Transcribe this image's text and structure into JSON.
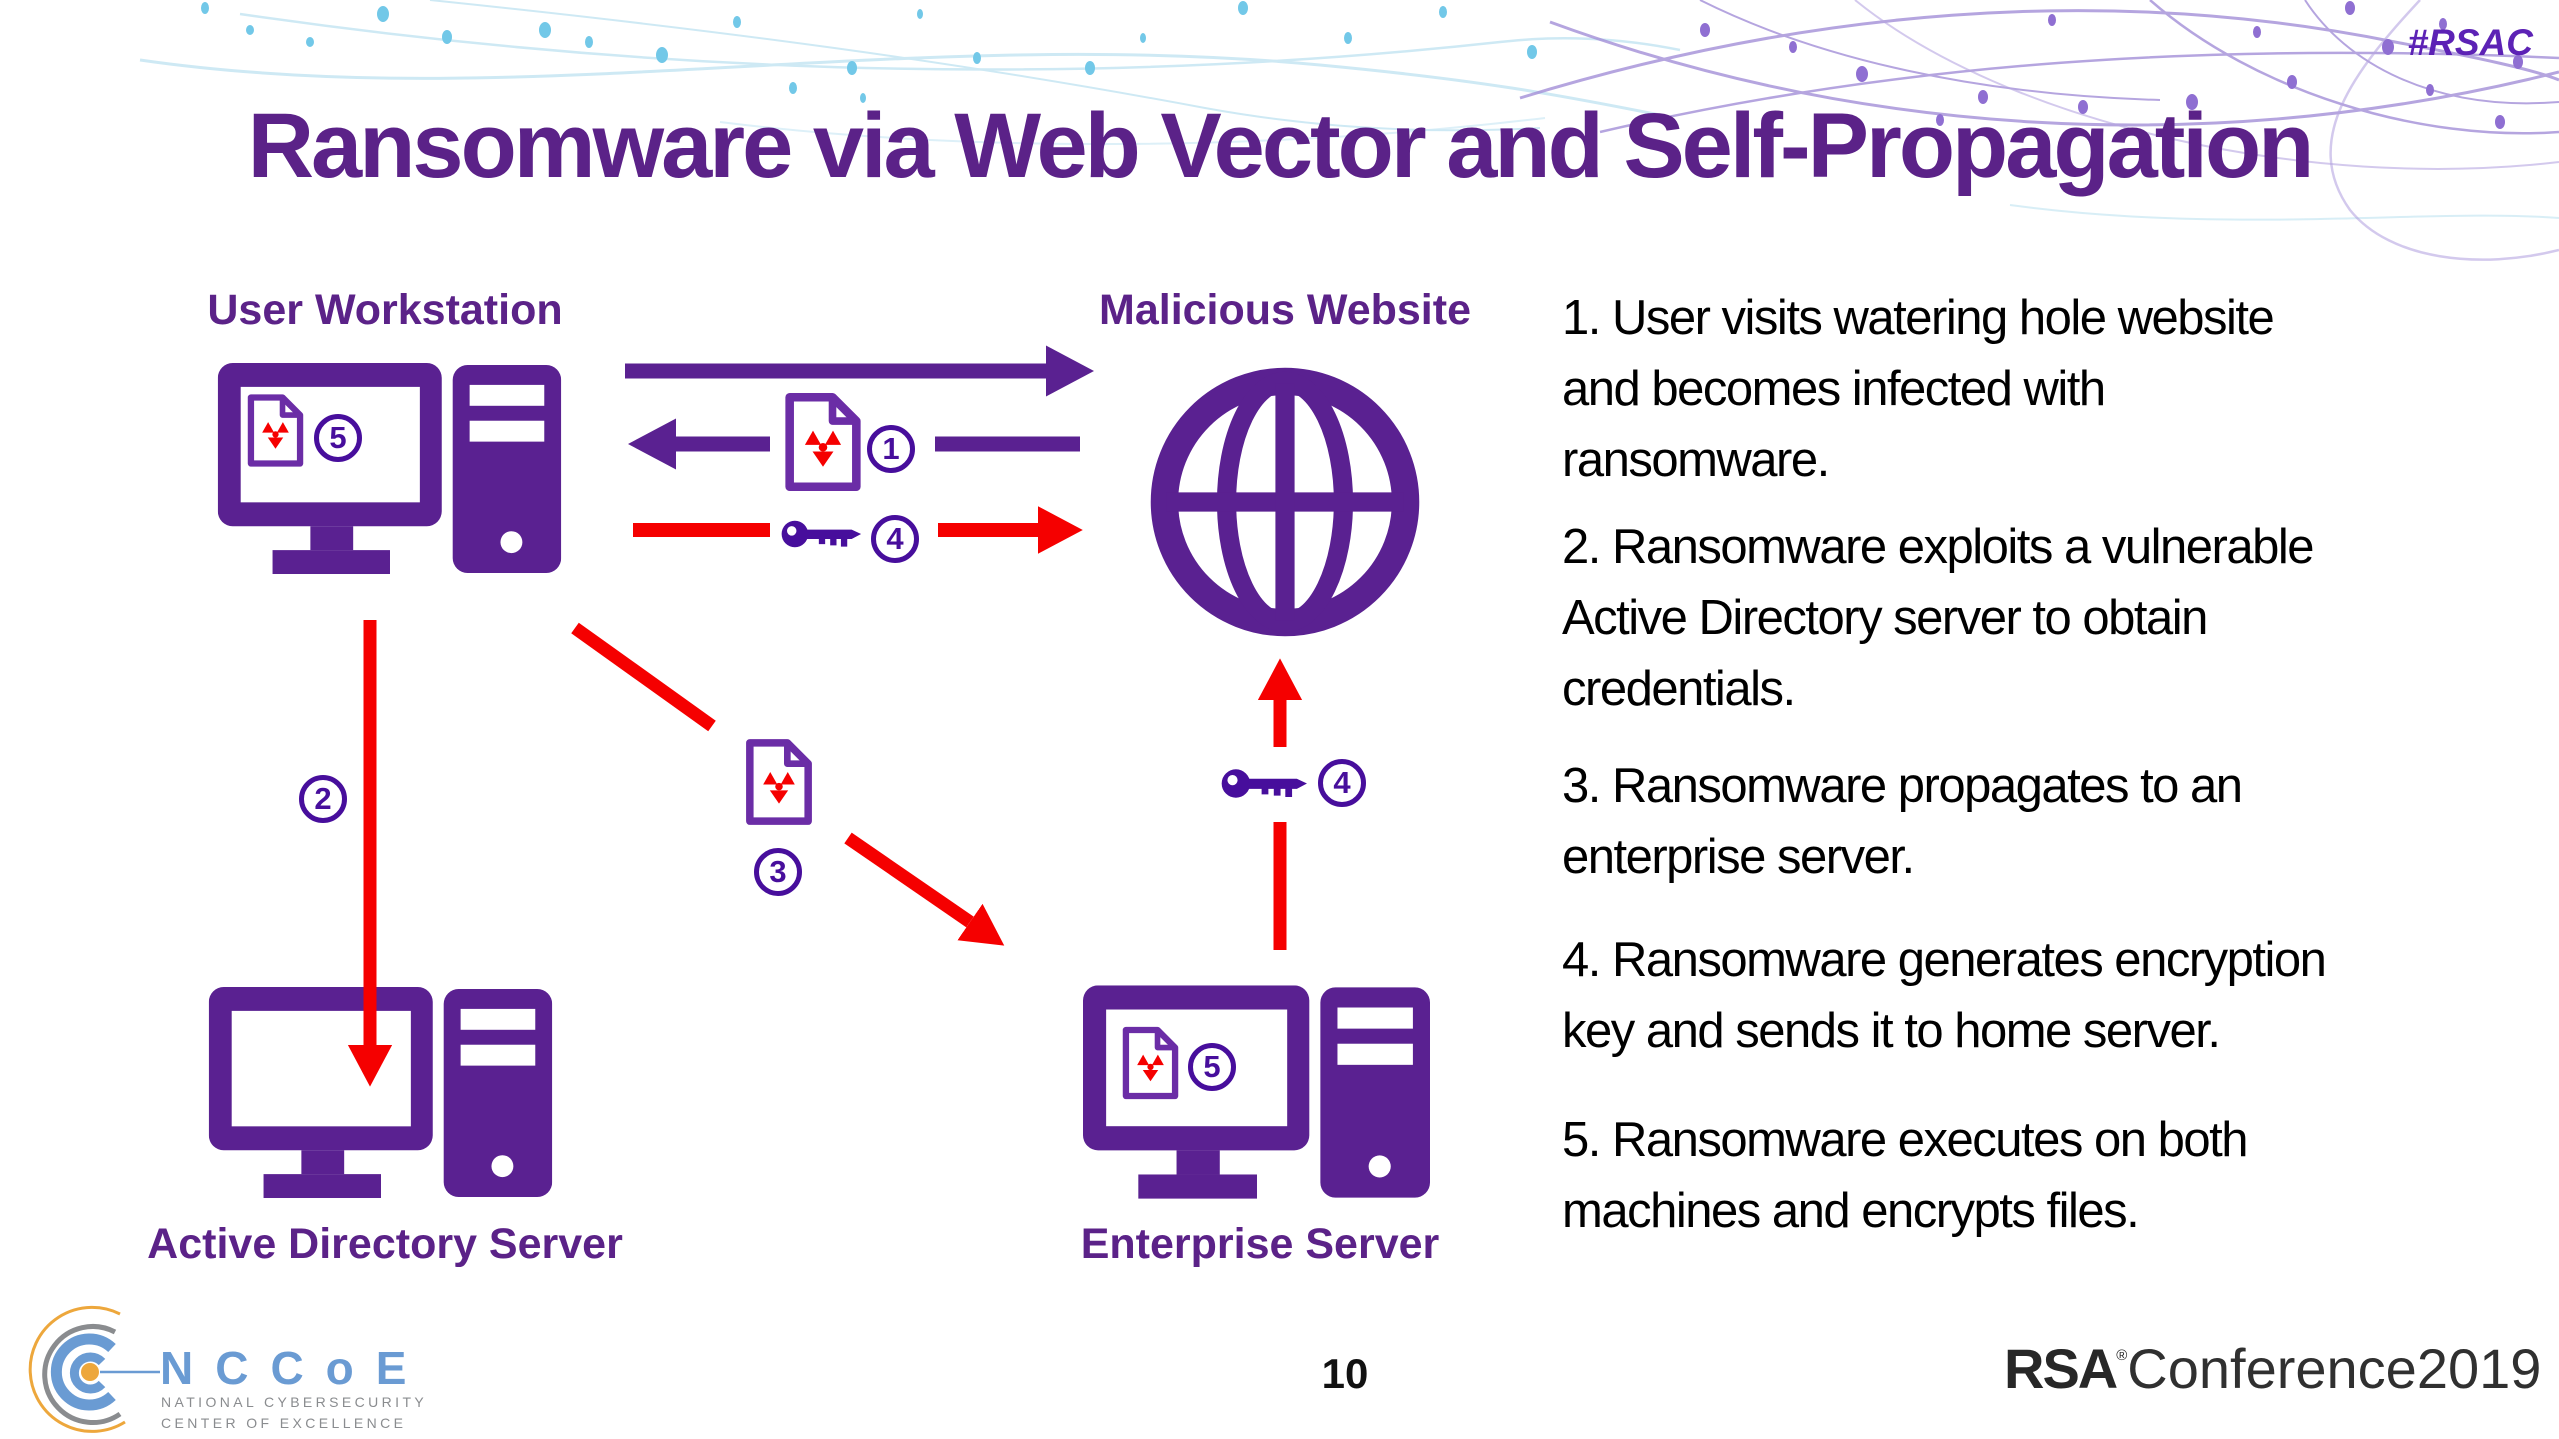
{
  "slide": {
    "hashtag": "#RSAC",
    "title": "Ransomware via Web Vector and Self-Propagation",
    "page_number": "10"
  },
  "diagram": {
    "nodes": {
      "user_workstation": {
        "label": "User Workstation",
        "screen_step": "5"
      },
      "malicious_website": {
        "label": "Malicious Website"
      },
      "active_directory_server": {
        "label": "Active Directory Server"
      },
      "enterprise_server": {
        "label": "Enterprise Server",
        "screen_step": "5"
      }
    },
    "step_markers": {
      "infection_download": "1",
      "ad_exploit": "2",
      "propagation": "3",
      "key_upload_workstation": "4",
      "key_upload_enterprise": "4"
    }
  },
  "steps": [
    {
      "lines": [
        "1. User visits watering hole website",
        "and becomes infected with",
        "ransomware."
      ]
    },
    {
      "lines": [
        "2. Ransomware exploits a vulnerable",
        "Active Directory server to obtain",
        "credentials."
      ]
    },
    {
      "lines": [
        "3. Ransomware propagates to an",
        "enterprise server."
      ]
    },
    {
      "lines": [
        "4. Ransomware generates encryption",
        "key and sends it to home server."
      ]
    },
    {
      "lines": [
        "5. Ransomware executes on both",
        "machines and encrypts files."
      ]
    }
  ],
  "footer": {
    "nccoe": {
      "wordmark": "NCCoE",
      "subtitle_line1": "NATIONAL CYBERSECURITY",
      "subtitle_line2": "CENTER OF EXCELLENCE"
    },
    "rsa_conference": {
      "brand": "RSA",
      "registered_mark": "®",
      "suffix": "Conference2019"
    }
  },
  "colors": {
    "purple_primary": "#5a2191",
    "purple_dark": "#470e9c",
    "red_accent": "#f50000",
    "nccoe_blue": "#6a9bd3"
  }
}
